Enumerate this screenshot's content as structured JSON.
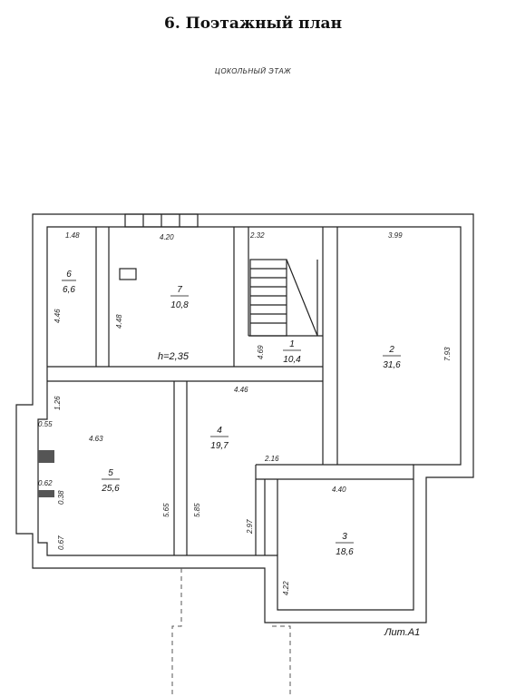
{
  "header": {
    "title": "6. Поэтажный  план",
    "subtitle": "цокольный этаж"
  },
  "plan": {
    "height_label": "h=2,35",
    "litera_label": "Лит.А1",
    "rooms": [
      {
        "number": "1",
        "area": "10,4"
      },
      {
        "number": "2",
        "area": "31,6"
      },
      {
        "number": "3",
        "area": "18,6"
      },
      {
        "number": "4",
        "area": "19,7"
      },
      {
        "number": "5",
        "area": "25,6"
      },
      {
        "number": "6",
        "area": "6,6"
      },
      {
        "number": "7",
        "area": "10,8"
      }
    ],
    "dimensions": {
      "r6_w": "1.48",
      "r7_w": "4.20",
      "r1_w": "2.32",
      "r2_w": "3.99",
      "r6_h": "4.46",
      "r7_h": "4.48",
      "r1_h": "4.69",
      "r2_h": "7.93",
      "r4_w": "4.46",
      "r5_w": "4.63",
      "left_a": "1.26",
      "left_b": "0.55",
      "left_c": "0.62",
      "left_d": "0.38",
      "left_e": "0.67",
      "r5_h": "5.65",
      "r4_h": "5.85",
      "r4_h2": "2.97",
      "r4_w2": "2.16",
      "r3_w": "4.40",
      "r3_h": "4.22"
    }
  }
}
